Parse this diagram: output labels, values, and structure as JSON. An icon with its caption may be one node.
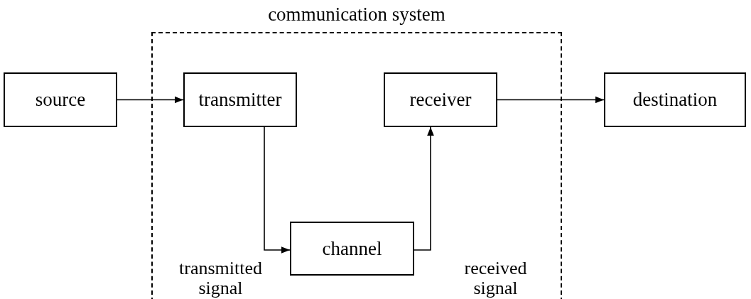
{
  "diagram": {
    "nodes": [
      {
        "text": [
          "source"
        ]
      },
      {
        "text": [
          "communication system"
        ]
      },
      {
        "text": [
          "transmitter"
        ],
        "in": 1
      },
      {
        "text": [
          "receiver"
        ],
        "in": 1
      },
      {
        "text": [
          "channel"
        ],
        "in": 1
      },
      {
        "text": [
          "destination"
        ]
      }
    ],
    "edges": [
      {
        "from": 0,
        "to": 2,
        "arrow": "to"
      },
      {
        "from": 2,
        "to": 4,
        "arrow": "to",
        "label": "transmitted signal"
      },
      {
        "from": 4,
        "to": 3,
        "arrow": "to",
        "label": "received signal"
      },
      {
        "from": 3,
        "to": 5,
        "arrow": "to"
      }
    ]
  }
}
